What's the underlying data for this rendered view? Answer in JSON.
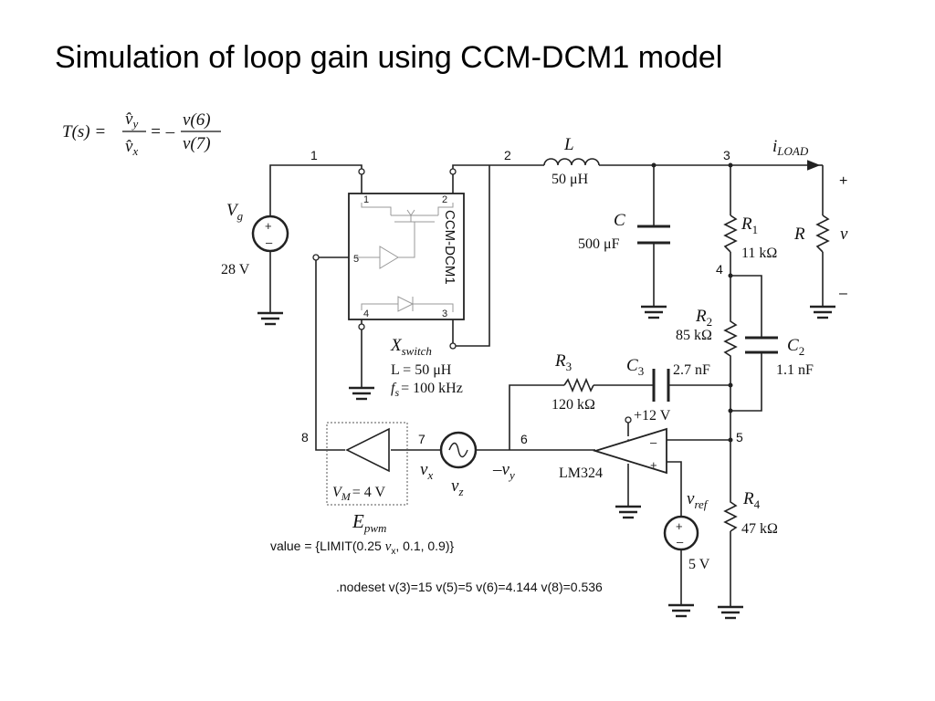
{
  "title": "Simulation of loop gain using CCM-DCM1 model",
  "formula": {
    "lhs": "T(s) =",
    "frac1_num": "v̂",
    "frac1_num_sub": "y",
    "frac1_den": "v̂",
    "frac1_den_sub": "x",
    "eq_minus": "= –",
    "frac2_num": "v(6)",
    "frac2_den": "v(7)"
  },
  "nodes": {
    "n1": "1",
    "n2": "2",
    "n3": "3",
    "n4": "4",
    "n5": "5",
    "n6": "6",
    "n7": "7",
    "n8": "8"
  },
  "vg": {
    "name": "V",
    "sub": "g",
    "value": "28 V",
    "plus": "+",
    "minus": "–"
  },
  "switch": {
    "model": "CCM-DCM1",
    "pins": [
      "1",
      "2",
      "3",
      "4",
      "5"
    ],
    "name": "X",
    "name_sub": "switch",
    "param_l": "L = 50 μH",
    "param_fs_sym": "f",
    "param_fs_sub": "s",
    "param_fs_val": "= 100 kHz"
  },
  "inductor": {
    "name": "L",
    "value": "50 μH"
  },
  "cap_c": {
    "name": "C",
    "value": "500 μF"
  },
  "r1": {
    "name": "R",
    "sub": "1",
    "value": "11 kΩ"
  },
  "r2": {
    "name": "R",
    "sub": "2",
    "value": "85 kΩ"
  },
  "c2": {
    "name": "C",
    "sub": "2",
    "value": "1.1 nF"
  },
  "r3": {
    "name": "R",
    "sub": "3",
    "value": "120 kΩ"
  },
  "c3": {
    "name": "C",
    "sub": "3",
    "value": "2.7 nF"
  },
  "r4": {
    "name": "R",
    "sub": "4",
    "value": "47 kΩ"
  },
  "load": {
    "name": "R",
    "v": "v",
    "plus": "+",
    "minus": "–",
    "iload": "i",
    "iload_sub": "LOAD"
  },
  "opamp": {
    "name": "LM324",
    "supply": "+12 V",
    "minus": "–",
    "plus": "+"
  },
  "vref": {
    "name": "v",
    "sub": "ref",
    "value": "5 V",
    "plus": "+",
    "minus": "–"
  },
  "vz": {
    "name": "v",
    "sub": "z"
  },
  "vx": {
    "name": "v",
    "sub": "x"
  },
  "vy": {
    "name": "–v",
    "sub": "y"
  },
  "epwm": {
    "name": "E",
    "sub": "pwm",
    "vm_sym": "V",
    "vm_sub": "M",
    "vm_val": "= 4 V",
    "value_pre": "value = {LIMIT(0.25 ",
    "value_v": "v",
    "value_vsub": "x",
    "value_post": ", 0.1, 0.9)}"
  },
  "nodeset": ".nodeset v(3)=15 v(5)=5 v(6)=4.144 v(8)=0.536"
}
